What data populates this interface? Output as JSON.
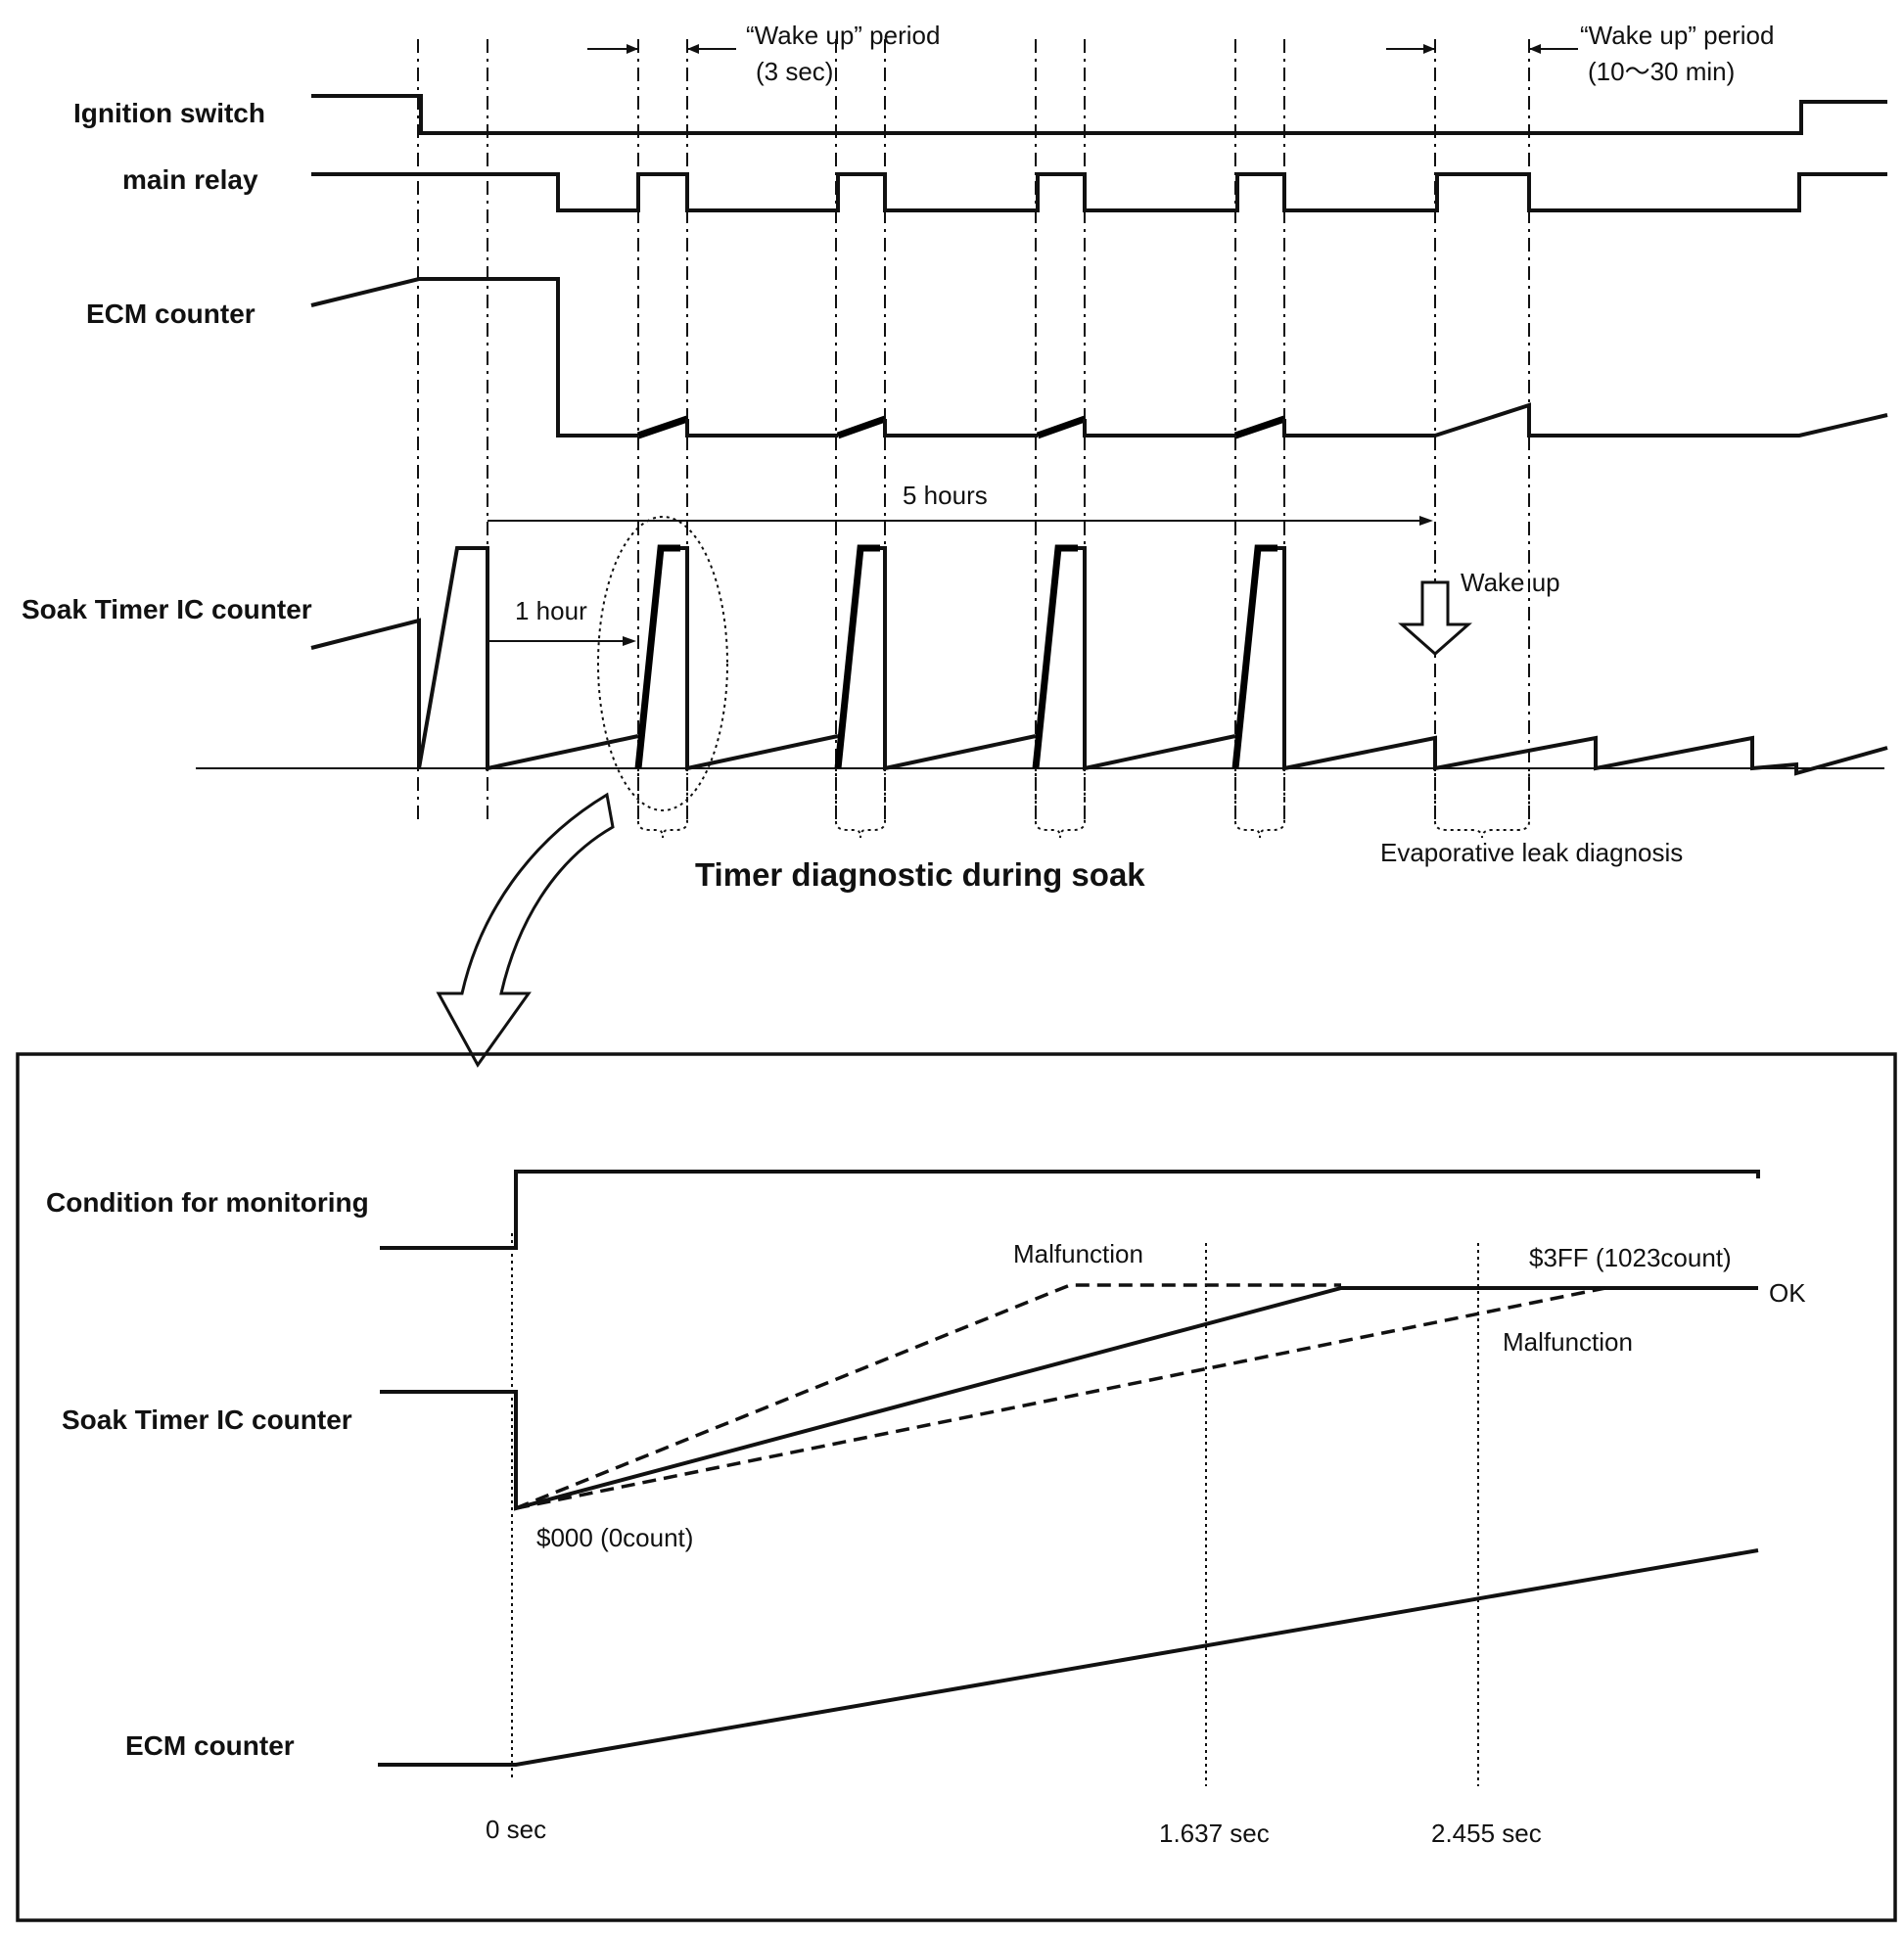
{
  "top": {
    "labels": {
      "ignition_switch": "Ignition switch",
      "main_relay": "main relay",
      "ecm_counter": "ECM counter",
      "soak_timer_ic_counter": "Soak Timer IC counter"
    },
    "wake_up_short": {
      "line1": "“Wake up” period",
      "line2": "(3 sec)"
    },
    "wake_up_long": {
      "line1": "“Wake up” period",
      "line2": "(10～30 min)"
    },
    "five_hours": "5 hours",
    "one_hour": "1 hour",
    "wake_up": "Wake up",
    "timer_diagnostic": "Timer diagnostic during soak",
    "evap_leak": "Evaporative leak diagnosis"
  },
  "bottom": {
    "labels": {
      "condition_for_monitoring": "Condition for monitoring",
      "soak_timer_ic_counter": "Soak Timer IC counter",
      "ecm_counter": "ECM counter"
    },
    "malfunction_upper": "Malfunction",
    "malfunction_lower": "Malfunction",
    "max_count": "$3FF (1023count)",
    "ok": "OK",
    "min_count": "$000 (0count)",
    "time_0": "0 sec",
    "time_1": "1.637 sec",
    "time_2": "2.455 sec"
  }
}
